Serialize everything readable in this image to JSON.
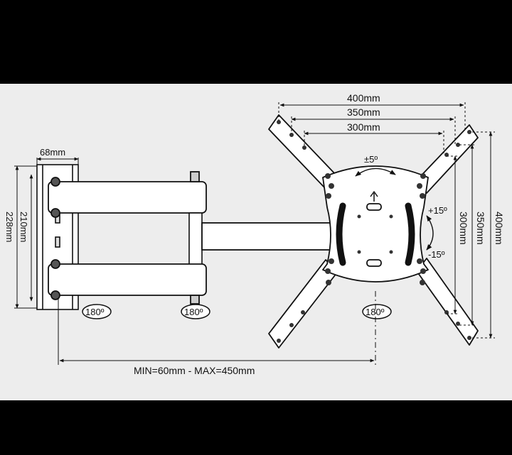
{
  "dimensions": {
    "bracket_width": "68mm",
    "wall_plate_210": "210mm",
    "wall_plate_228": "228mm",
    "vesa_h_400": "400mm",
    "vesa_h_350": "350mm",
    "vesa_h_300": "300mm",
    "vesa_v_400": "400mm",
    "vesa_v_350": "350mm",
    "vesa_v_300": "300mm",
    "extension": "MIN=60mm  -  MAX=450mm"
  },
  "rotations": {
    "swivel_1": "180º",
    "swivel_2": "180º",
    "swivel_3": "180º",
    "rotate": "±5º",
    "tilt_up": "+15º",
    "tilt_down": "-15º"
  }
}
